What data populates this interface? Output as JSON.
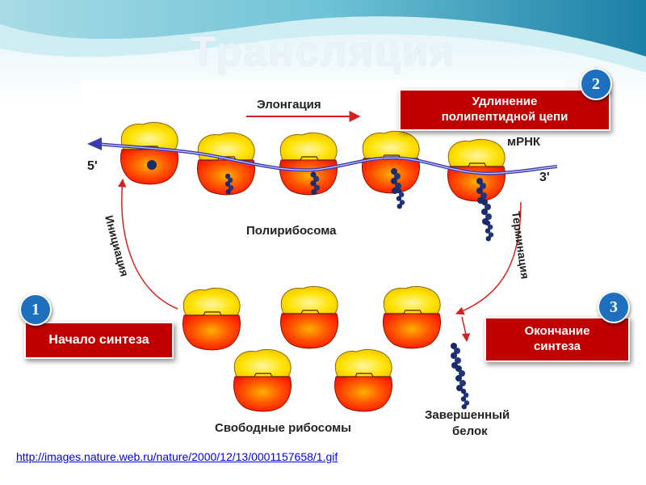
{
  "slide": {
    "title": "Трансляция",
    "source_link": "http://images.nature.web.ru/nature/2000/12/13/0001157658/1.gif"
  },
  "callouts": {
    "start": {
      "number": "1",
      "text": "Начало синтеза"
    },
    "elongation": {
      "number": "2",
      "line1": "Удлинение",
      "line2": "полипептидной цепи"
    },
    "end": {
      "number": "3",
      "line1": "Окончание",
      "line2": "синтеза"
    }
  },
  "diagram": {
    "elongation_label": "Элонгация",
    "mrna_label": "мРНК",
    "five_prime": "5'",
    "three_prime": "3'",
    "polyribosome_label": "Полирибосома",
    "initiation_label": "Инициация",
    "termination_label": "Терминация",
    "free_ribosomes_label": "Свободные рибосомы",
    "completed_protein_line1": "Завершенный",
    "completed_protein_line2": "белок"
  },
  "colors": {
    "callout_bg": "#c00000",
    "badge_bg": "#1f6fbf",
    "ribosome_small": "#ffd700",
    "ribosome_large": "#ff2a00",
    "mrna": "#3b3bb0",
    "arrow": "#d82020",
    "protein": "#1a2b6b"
  }
}
